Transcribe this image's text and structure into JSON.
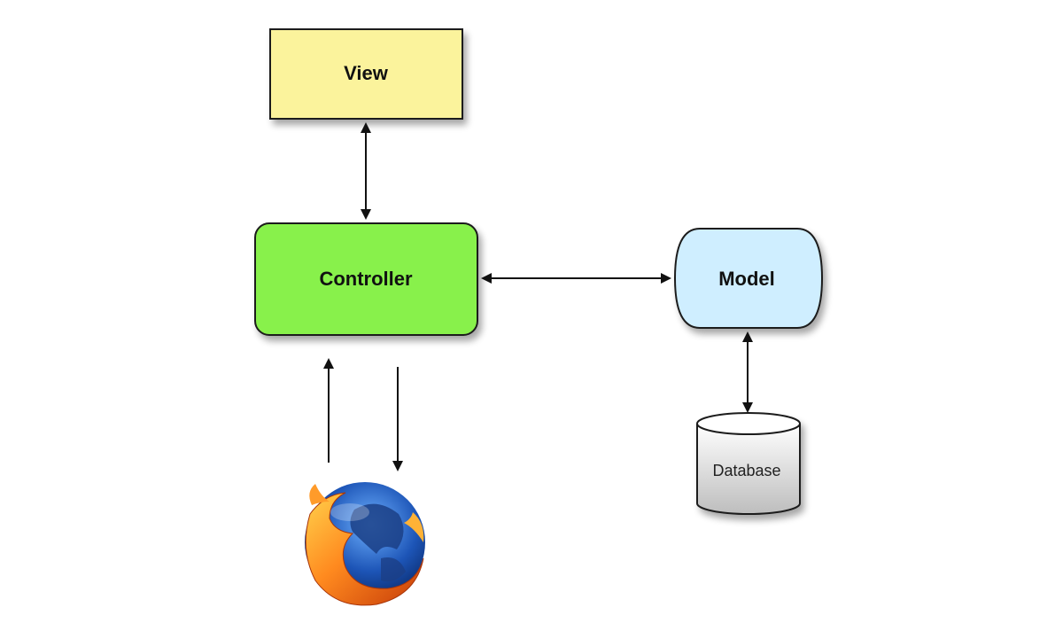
{
  "diagram": {
    "nodes": {
      "view": {
        "label": "View",
        "fill": "#fbf39c"
      },
      "controller": {
        "label": "Controller",
        "fill": "#88f14c"
      },
      "model": {
        "label": "Model",
        "fill": "#cfeeff"
      },
      "database": {
        "label": "Database",
        "fill": "#eeeeee"
      }
    },
    "browser": {
      "icon": "firefox-logo-icon"
    },
    "edges": [
      {
        "from": "view",
        "to": "controller",
        "direction": "both"
      },
      {
        "from": "controller",
        "to": "model",
        "direction": "both"
      },
      {
        "from": "model",
        "to": "database",
        "direction": "both"
      },
      {
        "from": "browser",
        "to": "controller",
        "direction": "forward"
      },
      {
        "from": "controller",
        "to": "browser",
        "direction": "forward"
      }
    ],
    "colors": {
      "outline": "#1a1a1a",
      "shadow": "#b0b0b0",
      "arrow": "#111111"
    }
  }
}
